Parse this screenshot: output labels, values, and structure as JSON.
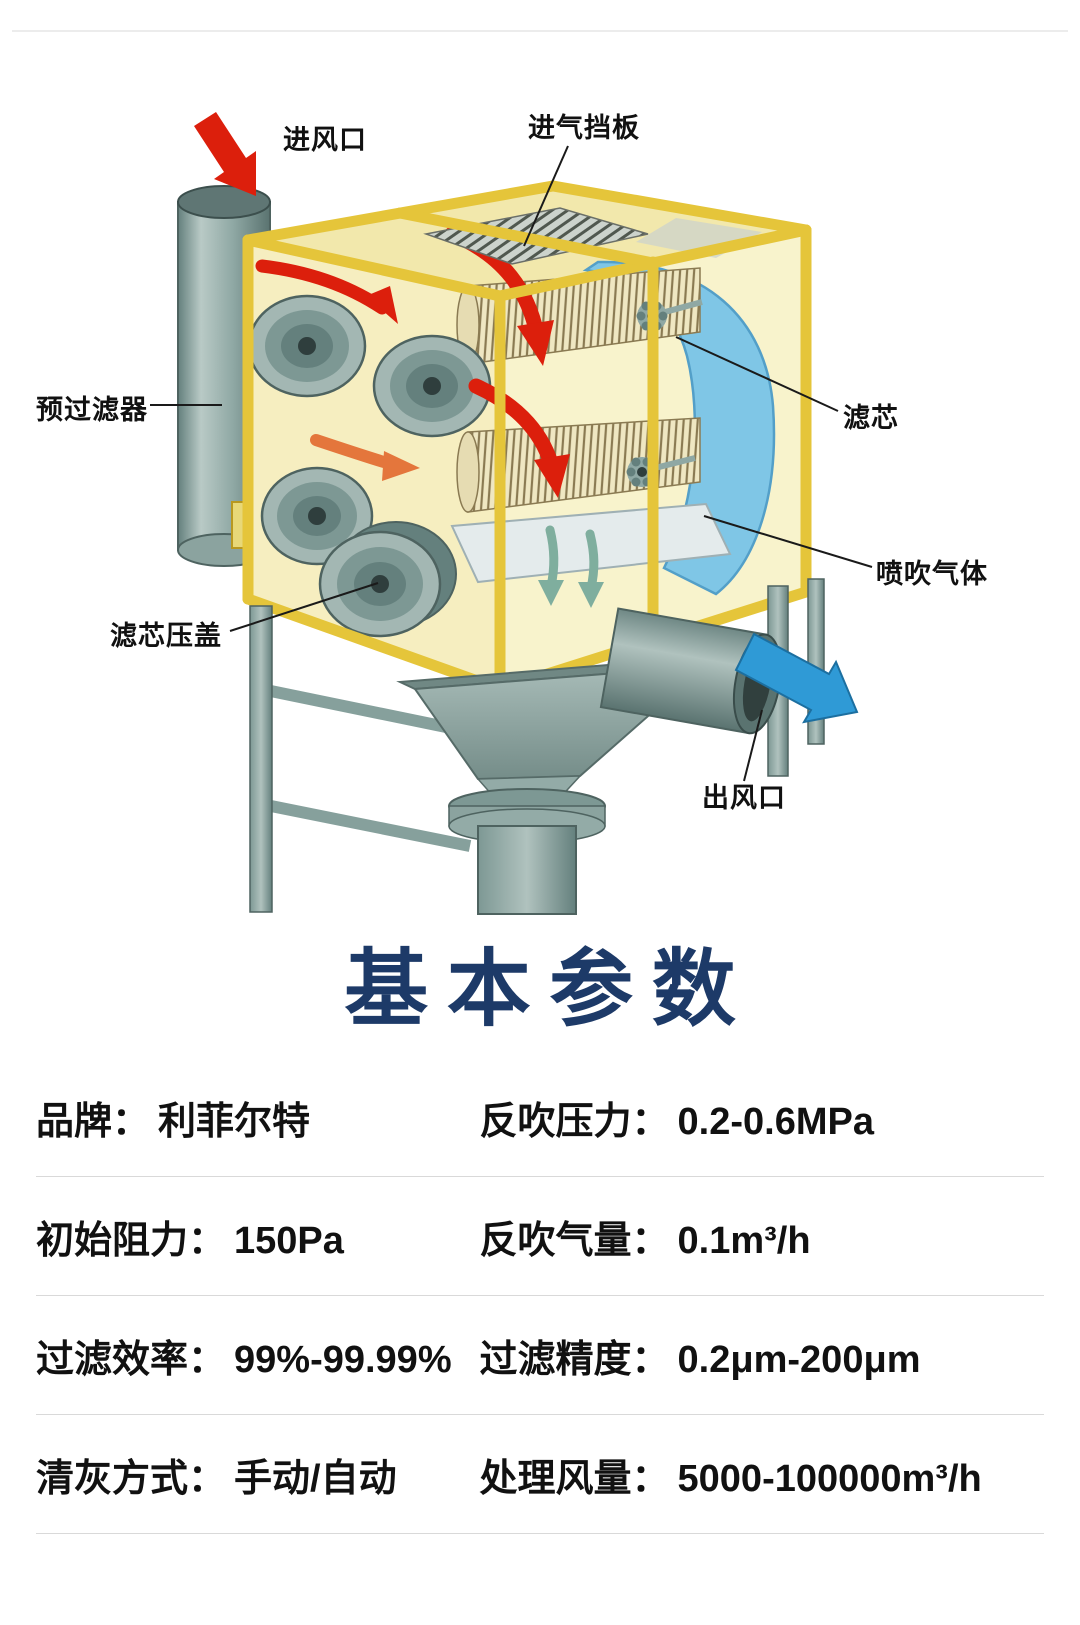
{
  "diagram": {
    "labels": {
      "air_inlet": "进风口",
      "intake_baffle": "进气挡板",
      "pre_filter": "预过滤器",
      "filter_cartridge": "滤芯",
      "pulse_gas": "喷吹气体",
      "cartridge_cover": "滤芯压盖",
      "air_outlet": "出风口"
    },
    "colors": {
      "frame_yellow": "#e5c53a",
      "panel_cream": "#f6eec0",
      "metal_teal": "#8fa8a4",
      "flow_red": "#dc1f0c",
      "clean_air_blue": "#7fc6e6",
      "outlet_blue": "#2f9ad6"
    }
  },
  "section_title": "基本参数",
  "parameters": {
    "rows": [
      {
        "left": {
          "label": "品牌：",
          "value": "利菲尔特"
        },
        "right": {
          "label": "反吹压力：",
          "value": "0.2-0.6MPa"
        }
      },
      {
        "left": {
          "label": "初始阻力：",
          "value": "150Pa"
        },
        "right": {
          "label": "反吹气量：",
          "value": "0.1m³/h"
        }
      },
      {
        "left": {
          "label": "过滤效率：",
          "value": "99%-99.99%"
        },
        "right": {
          "label": "过滤精度：",
          "value": "0.2μm-200μm"
        }
      },
      {
        "left": {
          "label": "清灰方式：",
          "value": "手动/自动"
        },
        "right": {
          "label": "处理风量：",
          "value": "5000-100000m³/h"
        }
      }
    ]
  }
}
